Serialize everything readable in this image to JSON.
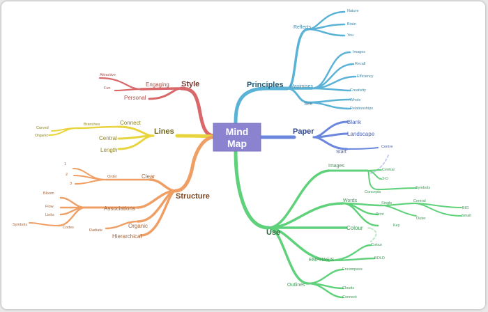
{
  "center": {
    "title_line1": "Mind",
    "title_line2": "Map",
    "fill": "#8b83cf",
    "stroke": "#7a72c2"
  },
  "colors": {
    "style": "#d9686b",
    "lines": "#e8d43c",
    "structure": "#ef9e64",
    "principles": "#5ab3d6",
    "paper": "#6a87dd",
    "use": "#5fd17a"
  },
  "branches": {
    "style": {
      "label": "Style",
      "engaging": "Engaging",
      "attractive": "Attractive",
      "fun": "Fun",
      "personal": "Personal"
    },
    "lines": {
      "label": "Lines",
      "connect": "Connect",
      "branches": "Branches",
      "curved": "Curved",
      "organic": "Organic",
      "central": "Central",
      "length": "Length"
    },
    "structure": {
      "label": "Structure",
      "clear": "Clear",
      "order": "Order",
      "one": "1",
      "two": "2",
      "three": "3",
      "associations": "Associations",
      "bloom": "Bloom",
      "flow": "Flow",
      "links": "Links",
      "codes": "Codes",
      "symbols": "Symbols",
      "organic": "Organic",
      "radiate": "Radiate",
      "hierarchical": "Hierarchical"
    },
    "principles": {
      "label": "Principles",
      "reflects": "Reflects",
      "nature": "Nature",
      "brain": "Brain",
      "you": "You",
      "maximises": "Maximises",
      "images": "Images",
      "recall": "Recall",
      "efficiency": "Efficiency",
      "creativity": "Creativity",
      "see": "See",
      "whole": "Whole",
      "relationships": "Relationships"
    },
    "paper": {
      "label": "Paper",
      "blank": "Blank",
      "landscape": "Landscape",
      "start": "Start",
      "centre": "Centre"
    },
    "use": {
      "label": "Use",
      "images": "Images",
      "central": "Central",
      "three_d": "3-D",
      "concepts": "Concepts",
      "symbols": "Symbols",
      "words": "Words",
      "single": "Single",
      "print": "Print",
      "key": "Key",
      "central_w": "Central",
      "outer": "Outer",
      "big": "BIG",
      "small": "Small",
      "colour": "Colour",
      "emphasis": "EMPHASIS",
      "colour_e": "Colour",
      "bold": "BOLD",
      "outlines": "Outlines",
      "encompass": "Encompass",
      "clouds": "Clouds",
      "connect": "Connect"
    }
  }
}
